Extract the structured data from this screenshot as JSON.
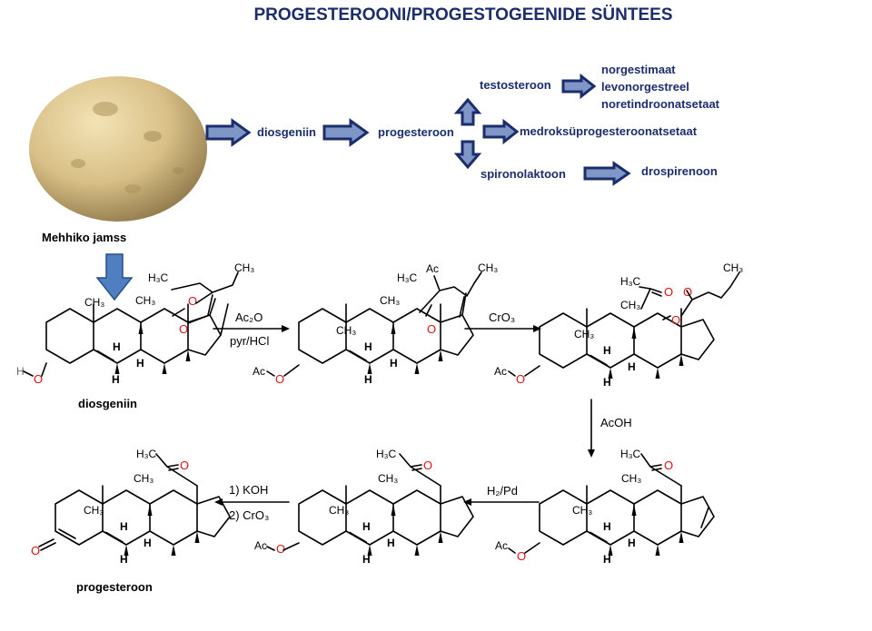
{
  "title": "PROGESTEROONI/PROGESTOGEENIDE SÜNTEES",
  "flow": {
    "diosgenin": "diosgeniin",
    "progesterone": "progesteroon",
    "testosterone": "testosteroon",
    "norgestimate": "norgestimaat",
    "levonorgestrel": "levonorgestreel",
    "norethindrone_acetate": "noretindroonatsetaat",
    "medroxy": "medroksüprogesteroonatsetaat",
    "spironolactone": "spironolaktoon",
    "drospirenone": "drospirenoon"
  },
  "potato_label": "Mehhiko jamss",
  "compound_labels": {
    "diosgenin": "diosgeniin",
    "progesterone": "progesteroon"
  },
  "reagents": {
    "step1_top": "Ac₂O",
    "step1_bottom": "pyr/HCl",
    "step2": "CrO₃",
    "step3": "AcOH",
    "step4": "H₂/Pd",
    "step5_top": "1) KOH",
    "step5_bottom": "2) CrO₃"
  },
  "atoms": {
    "ch3": "CH₃",
    "h3c": "H₃C",
    "o": "O",
    "h": "H",
    "ac": "Ac"
  },
  "colors": {
    "title": "#1c2d6e",
    "flow_text": "#1c2d6e",
    "arrow_fill": "#7f97c6",
    "arrow_stroke": "#1c2d6e",
    "down_arrow": "#4f7fc0",
    "oxygen": "#e01010"
  },
  "icons": [
    "potato-image",
    "block-arrow-icon",
    "reaction-arrow-icon"
  ]
}
